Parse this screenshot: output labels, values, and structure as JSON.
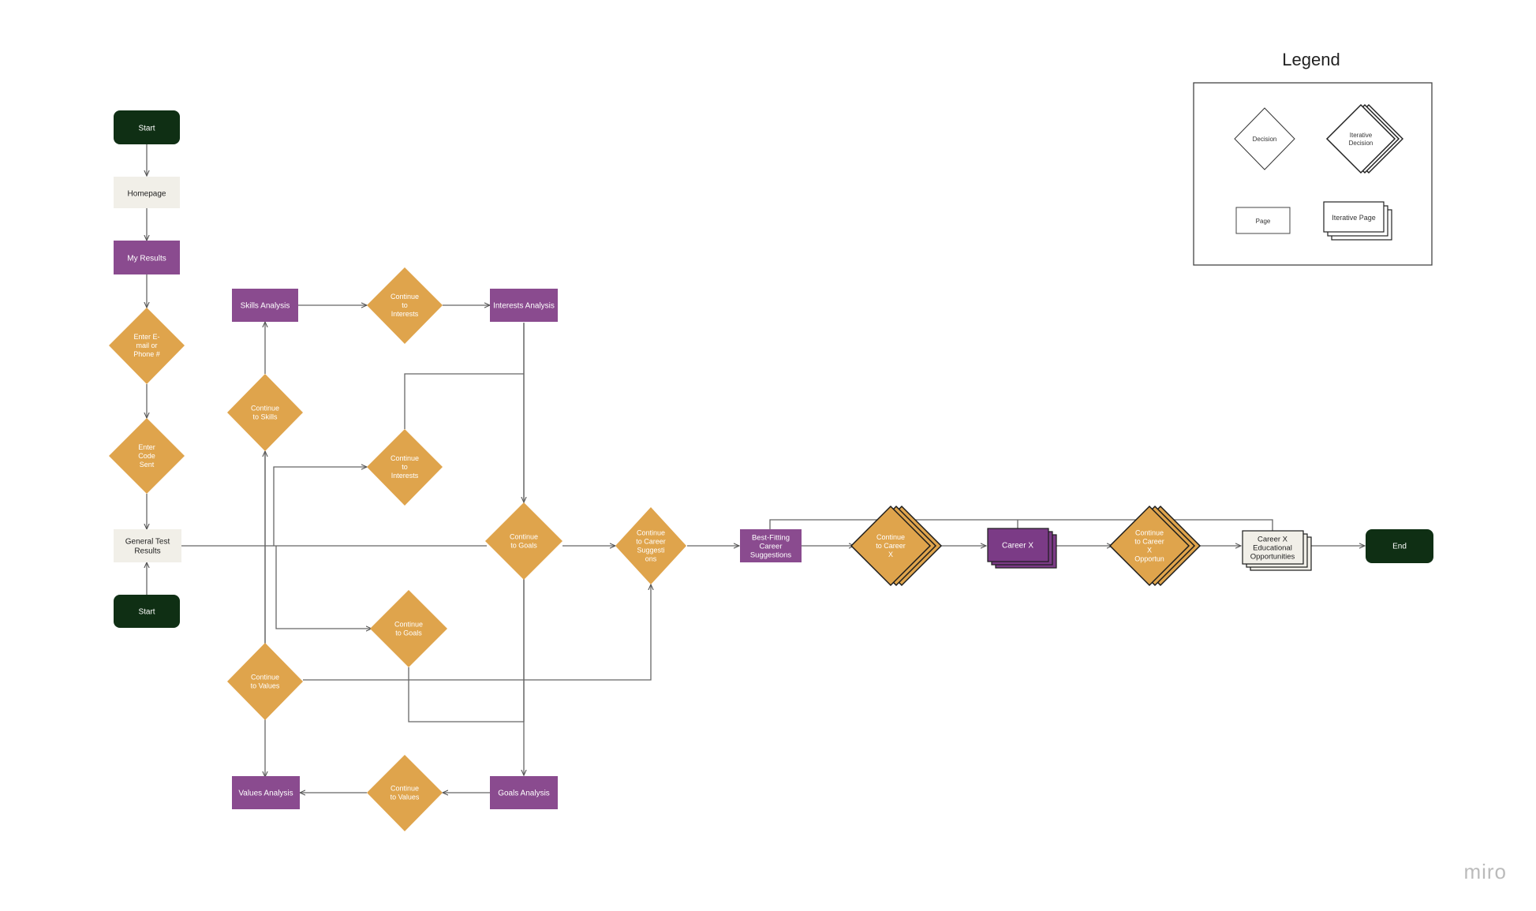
{
  "colors": {
    "terminal": "#0f2f14",
    "page_purple": "#8a4b8f",
    "page_light": "#f1efe8",
    "decision": "#dfa44c",
    "iterative_purple": "#7b3b86",
    "line": "#555555"
  },
  "legend": {
    "title": "Legend",
    "decision": "Decision",
    "iterative_decision": [
      "Iterative",
      "Decision"
    ],
    "page": "Page",
    "iterative_page": "Iterative Page"
  },
  "watermark": "miro",
  "nodes": {
    "start_top": [
      "Start"
    ],
    "homepage": [
      "Homepage"
    ],
    "my_results": [
      "My Results"
    ],
    "enter_email": [
      "Enter E-",
      "mail or",
      "Phone #"
    ],
    "enter_code": [
      "Enter",
      "Code",
      "Sent"
    ],
    "general_results": [
      "General Test",
      "Results"
    ],
    "start_bottom": [
      "Start"
    ],
    "skills_analysis": [
      "Skills Analysis"
    ],
    "continue_interests_top": [
      "Continue",
      "to",
      "Interests"
    ],
    "interests_analysis": [
      "Interests Analysis"
    ],
    "continue_skills": [
      "Continue",
      "to Skills"
    ],
    "continue_interests_mid": [
      "Continue",
      "to",
      "Interests"
    ],
    "continue_goals_center": [
      "Continue",
      "to Goals"
    ],
    "continue_career_suggestions": [
      "Continue",
      "to Career",
      "Suggesti",
      "ons"
    ],
    "continue_goals_low": [
      "Continue",
      "to Goals"
    ],
    "continue_values_left": [
      "Continue",
      "to Values"
    ],
    "values_analysis": [
      "Values Analysis"
    ],
    "continue_values_bottom": [
      "Continue",
      "to Values"
    ],
    "goals_analysis": [
      "Goals Analysis"
    ],
    "best_fitting": [
      "Best-Fitting",
      "Career",
      "Suggestions"
    ],
    "continue_career_x": [
      "Continue",
      "to Career",
      "X"
    ],
    "career_x": [
      "Career X"
    ],
    "continue_career_x_opp": [
      "Continue",
      "to Career",
      "X",
      "Opportun"
    ],
    "career_x_edu": [
      "Career X",
      "Educational",
      "Opportunities"
    ],
    "end": [
      "End"
    ]
  }
}
